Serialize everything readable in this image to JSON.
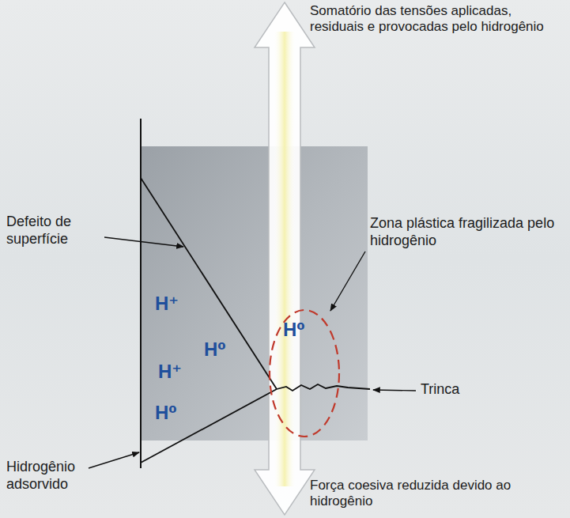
{
  "diagram": {
    "labels": [
      "Somatório das tensões aplicadas, residuais e provocadas pelo hidrogênio",
      "Zona plástica fragilizada pelo hidrogênio",
      "Defeito de superfície",
      "H⁺",
      "H⁰",
      "H⁰",
      "H⁺",
      "Trinca",
      "H⁰",
      "Hidrogênio adsorvido",
      "Força coesiva reduzida devido ao hidrogênio"
    ]
  }
}
